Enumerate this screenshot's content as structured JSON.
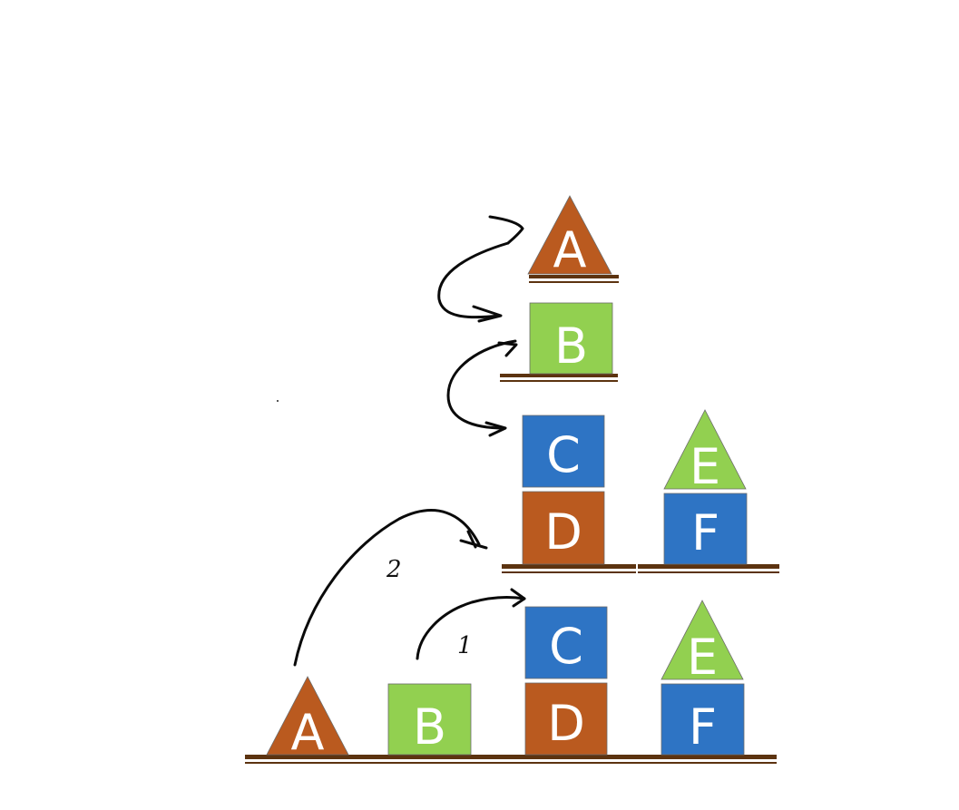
{
  "colors": {
    "orange": "#BA5A1F",
    "green": "#92D050",
    "blue": "#2E74C4",
    "shelf": "#5C3310",
    "ink": "#0A0A0A"
  },
  "blocks": {
    "a_top": {
      "label": "A",
      "shape": "triangle",
      "color": "orange"
    },
    "b_mid": {
      "label": "B",
      "shape": "square",
      "color": "green"
    },
    "c_stack2": {
      "label": "C",
      "shape": "square",
      "color": "blue"
    },
    "d_stack2": {
      "label": "D",
      "shape": "square",
      "color": "orange"
    },
    "e_stack2": {
      "label": "E",
      "shape": "triangle",
      "color": "green"
    },
    "f_stack2": {
      "label": "F",
      "shape": "square",
      "color": "blue"
    },
    "a_floor": {
      "label": "A",
      "shape": "triangle",
      "color": "orange"
    },
    "b_floor": {
      "label": "B",
      "shape": "square",
      "color": "green"
    },
    "c_floor": {
      "label": "C",
      "shape": "square",
      "color": "blue"
    },
    "d_floor": {
      "label": "D",
      "shape": "square",
      "color": "orange"
    },
    "e_floor": {
      "label": "E",
      "shape": "triangle",
      "color": "green"
    },
    "f_floor": {
      "label": "F",
      "shape": "square",
      "color": "blue"
    }
  },
  "annotations": {
    "step_1": "1",
    "step_2": "2"
  }
}
